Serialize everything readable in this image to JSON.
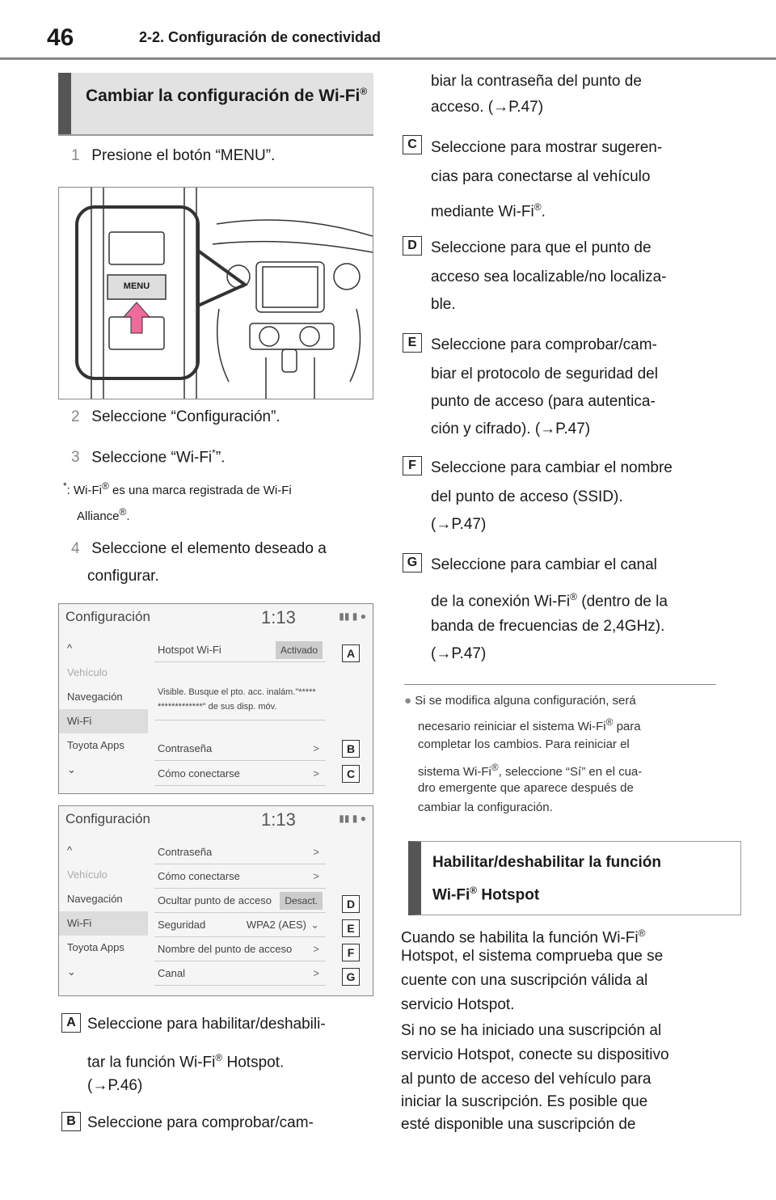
{
  "header": {
    "page_number": "46",
    "section": "2-2. Configuración de conectividad"
  },
  "section1": {
    "title": "Cambiar la configuración de Wi-Fi",
    "reg": "®"
  },
  "steps": {
    "s1": {
      "n": "1",
      "text": "Presione el botón “MENU”."
    },
    "s2": {
      "n": "2",
      "text": "Seleccione “Configuración”."
    },
    "s3": {
      "n": "3",
      "pre": "Seleccione “Wi-Fi",
      "star": "*",
      "post": "”."
    },
    "s4": {
      "n": "4",
      "line1": "Seleccione el elemento deseado a",
      "line2": "configurar."
    }
  },
  "footnote": {
    "mark": "*",
    "pre": ": Wi-Fi",
    "reg": "®",
    "mid": " es una marca registrada de Wi-Fi",
    "line2": "Alliance",
    "end": "."
  },
  "menu_figure": {
    "button_label": "MENU"
  },
  "screen1": {
    "title": "Configuración",
    "clock": "1:13",
    "icons": "▮▮ ▮ ●",
    "side": [
      "^",
      "Vehículo",
      "Navegación",
      "Wi-Fi",
      "Toyota Apps",
      "⌄"
    ],
    "rows": [
      {
        "label": "Hotspot Wi-Fi",
        "value": "Activado"
      },
      {
        "label": "Visible. Busque el pto. acc. inalám.\"*****",
        "label2": "*************\" de sus disp. móv."
      },
      {
        "label": "Contraseña",
        "arrow": ">"
      },
      {
        "label": "Cómo conectarse",
        "arrow": ">"
      }
    ],
    "tags": [
      "A",
      "B",
      "C"
    ]
  },
  "screen2": {
    "title": "Configuración",
    "clock": "1:13",
    "icons": "▮▮ ▮ ●",
    "side": [
      "^",
      "Vehículo",
      "Navegación",
      "Wi-Fi",
      "Toyota Apps",
      "⌄"
    ],
    "rows": [
      {
        "label": "Contraseña",
        "arrow": ">"
      },
      {
        "label": "Cómo conectarse",
        "arrow": ">"
      },
      {
        "label": "Ocultar punto de acceso",
        "value": "Desact."
      },
      {
        "label": "Seguridad",
        "value": "WPA2 (AES)",
        "arrow": "⌄"
      },
      {
        "label": "Nombre del punto de acceso",
        "arrow": ">"
      },
      {
        "label": "Canal",
        "arrow": ">"
      }
    ],
    "tags": [
      "D",
      "E",
      "F",
      "G"
    ]
  },
  "items": {
    "A": {
      "l1": "Seleccione para habilitar/deshabili-",
      "l2a": "tar la función Wi-Fi",
      "reg": "®",
      "l2b": " Hotspot.",
      "l3": "(→P.46)"
    },
    "B": {
      "l1": "Seleccione para comprobar/cam-",
      "l2": "biar la contraseña del punto de",
      "l3": "acceso. (→P.47)"
    },
    "C": {
      "l1": "Seleccione para mostrar sugeren-",
      "l2": "cias para conectarse al vehículo",
      "l3a": "mediante Wi-Fi",
      "reg": "®",
      "l3b": "."
    },
    "D": {
      "l1": "Seleccione para que el punto de",
      "l2": "acceso sea localizable/no localiza-",
      "l3": "ble."
    },
    "E": {
      "l1": "Seleccione para comprobar/cam-",
      "l2": "biar el protocolo de seguridad del",
      "l3": "punto de acceso (para autentica-",
      "l4": "ción y cifrado). (→P.47)"
    },
    "F": {
      "l1": "Seleccione para cambiar el nombre",
      "l2": "del punto de acceso (SSID).",
      "l3": "(→P.47)"
    },
    "G": {
      "l1": "Seleccione para cambiar el canal",
      "l2a": "de la conexión Wi-Fi",
      "reg": "®",
      "l2b": " (dentro de la",
      "l3": "banda de frecuencias de 2,4GHz).",
      "l4": "(→P.47)"
    }
  },
  "note": {
    "bullet": "●",
    "l1": "Si se modifica alguna configuración, será",
    "l2a": "necesario reiniciar el sistema Wi-Fi",
    "reg": "®",
    "l2b": " para",
    "l3": "completar los cambios. Para reiniciar el",
    "l4a": "sistema Wi-Fi",
    "l4b": ", seleccione “Sí” en el cua-",
    "l5": "dro emergente que aparece después de",
    "l6": "cambiar la configuración."
  },
  "section2": {
    "l1": "Habilitar/deshabilitar la función",
    "l2a": "Wi-Fi",
    "reg": "®",
    "l2b": " Hotspot"
  },
  "para1": {
    "l1a": "Cuando se habilita la función Wi-Fi",
    "reg": "®",
    "l2": "Hotspot, el sistema comprueba que se",
    "l3": "cuente con una suscripción válida al",
    "l4": "servicio Hotspot."
  },
  "para2": {
    "l1": "Si no se ha iniciado una suscripción al",
    "l2": "servicio Hotspot, conecte su dispositivo",
    "l3": "al punto de acceso del vehículo para",
    "l4": "iniciar la suscripción. Es posible que",
    "l5": "esté disponible una suscripción de"
  }
}
